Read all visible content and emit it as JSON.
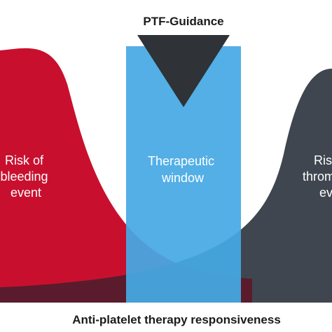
{
  "diagram": {
    "title": "PTF-Guidance",
    "x_axis_label": "Anti-platelet therapy responsiveness",
    "left_region": {
      "label_line1": "Risk of",
      "label_line2": "bleeding",
      "label_line3": "event"
    },
    "center_region": {
      "label_line1": "Therapeutic",
      "label_line2": "window"
    },
    "right_region": {
      "label_line1": "Ris",
      "label_line2": "throm",
      "label_line3": "ev"
    }
  },
  "colors": {
    "bleeding_red": "#c8102e",
    "thrombotic_dark": "#3f4650",
    "therapeutic_blue": "#46a9e4",
    "overlap_dark_red": "#5a1c2c",
    "pointer_dark": "#2f3236",
    "text_dark": "#1b1b1b",
    "text_white": "#ffffff"
  }
}
